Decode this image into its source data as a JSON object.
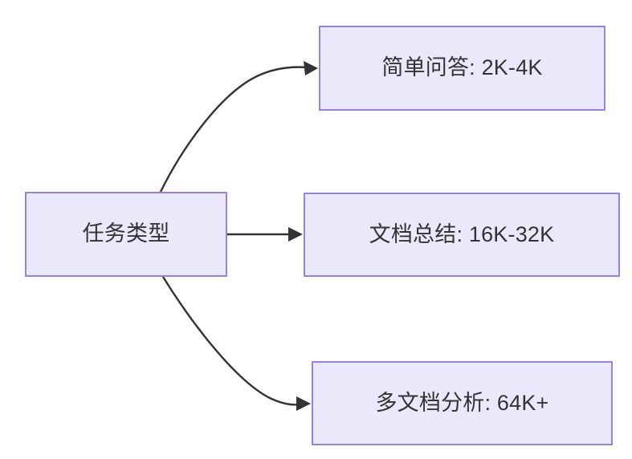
{
  "diagram": {
    "type": "flowchart",
    "direction": "left-to-right",
    "background_color": "#ffffff",
    "node_fill_color": "#eae8fb",
    "node_border_color": "#9a7fe0",
    "node_text_color": "#333333",
    "edge_color": "#333333",
    "root": {
      "label": "任务类型"
    },
    "tasks": [
      {
        "label": "简单问答: 2K-4K"
      },
      {
        "label": "文档总结: 16K-32K"
      },
      {
        "label": "多文档分析: 64K+"
      }
    ],
    "edges": [
      {
        "from": "任务类型",
        "to": "简单问答: 2K-4K",
        "style": "curved",
        "arrow": "triangle"
      },
      {
        "from": "任务类型",
        "to": "文档总结: 16K-32K",
        "style": "straight",
        "arrow": "triangle"
      },
      {
        "from": "任务类型",
        "to": "多文档分析: 64K+",
        "style": "curved",
        "arrow": "triangle"
      }
    ]
  }
}
